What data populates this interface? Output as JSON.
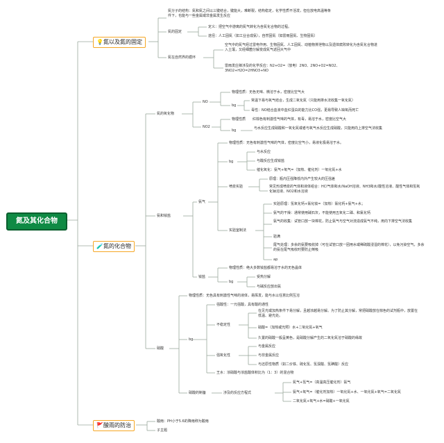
{
  "root": "氮及其化合物",
  "branches": {
    "b1": {
      "label": "氮以及氮的固定",
      "icon": "💡"
    },
    "b2": {
      "label": "氮的化合物",
      "icon": "🧪"
    },
    "b3": {
      "label": "酸雨的防治",
      "icon": "🚩"
    }
  },
  "nodes": {
    "n_molecule": "氮分子的结构：氮和氮之间以三键结合，键能大，难断裂，结构稳定，化学性质不活泼，但在放电高温等条件下，也能与一些金属或非金属发生反应",
    "n_fixation": "氮的固定",
    "n_fix_def": "定义：把空气中游离的氮气转化为含氮化合物的过程。",
    "n_fix_types": "途径：人工固氮（如工业合成氨），自然固氮（如雷雨固氮、生物固氮）",
    "n_cycle": "氮在自然界的循环",
    "n_cycle_desc": "空气中的氮气经过雷电作用、生物固氮、人工固氮、动植物排泄物以及遗体腐败转化为含氮化合物进入土壤，又经细菌分解变成氮气返回大气中",
    "n_thunder": "雷雨发庄稼涉及的化学反应：N2+O2=（放电）2NO、2NO+O2=NO2、3NO2+H2O=2HNO3+NO",
    "n_oxides": "氮的氧化物",
    "n_NO": "NO",
    "n_NO_phys": "物理性质：无色无味、微溶于水，密度比空气大",
    "n_NO_bg": "bg",
    "n_NO_c1": "常温下易与氧气结合，生成二氧化氮（只能用排水法收集一氧化氮）",
    "n_NO_c2": "毒性：NO结合血液中血红蛋白的能力比CO强，更易导致人缺氧而死亡",
    "n_NO2": "NO2",
    "n_NO2_phys_k": "物理性质",
    "n_NO2_phys_v": "红棕色有刺激性气味的气体，有毒，易溶于水，密度比空气大",
    "n_NO2_bg": "bg",
    "n_NO2_chem": "与水反应生成硝酸和一氧化氮或者与氧气水反应生成硝酸，只能用向上排空气法收集",
    "n_ammonia_salts": "氨和铵盐",
    "n_ammonia": "氨气",
    "n_NH3_phys": "物理性质：无色有刺激性气味的气体，密度比空气小，易液化极易溶于水。",
    "n_NH3_bg": "bg",
    "n_NH3_c1": "与水反应",
    "n_NH3_c2": "与酸反应生成铵盐",
    "n_NH3_c3": "催化氧化：氨气+氧气=（加热、催化剂）一氧化氮+水",
    "n_fountain": "喷泉实验",
    "n_fountain_1": "原理：瓶内压强降低内外产生较大的压强差",
    "n_fountain_2": "常见形成喷泉的气体和液体组合：HCl气体和水/NaOH溶液、NH3和水/酸性溶液、酸性气体和氢氧化钠溶液、NO2和水溶液",
    "n_lab": "实验室制法",
    "n_lab_1": "实验原理：氢氧化钙+氯化铵=（加热）氯化钙+氨气+水；",
    "n_lab_2": "氨气的干燥：通常使用碱石灰，不能使用五氧化二磷、和氯化钙",
    "n_lab_3": "氨气的收集：试管口放一块棉花，防止氨气与空气对流造成氨气不纯，用向下排空气法收集",
    "n_lab_4": "验满",
    "n_lab_5": "尾气处理：多余的氨要吸收掉（可在试管口放一团用水或稀硫酸浸湿的棉花），以免污染空气，多余的氨在尾气吸收时要防止倒吸",
    "n_lab_6": "ap",
    "n_salts": "铵盐",
    "n_salts_phys": "物理性质：绝大多数铵盐都易溶于水的无色晶体",
    "n_salts_bg": "bg",
    "n_salts_c1": "受热分解",
    "n_salts_c2": "与碱反应放出氨",
    "n_nitric": "硝酸",
    "n_HNO3_phys": "物理性质：无色具有刺激性气味的液体，易挥发，能与水以任意比例互溶",
    "n_HNO3_bg": "bg",
    "n_acid": "强酸性：一元强酸，具有酸的通性",
    "n_unstable": "不稳定性",
    "n_unst_1": "在见光或加热条件下易分解，且越浓越易分解。为了防止其分解，常把硝酸放在棕色的试剂瓶中，放置在低温、避光处。",
    "n_unst_2": "硝酸=（加热或光照）水+二氧化氮+氧气",
    "n_unst_3": "久置的硝酸一般呈黄色，是硝酸分解产生的二氧化氮溶于硝酸的缘故",
    "n_oxid": "强氧化性",
    "n_oxid_1": "与金属反应",
    "n_oxid_2": "与非金属反应",
    "n_oxid_3": "与还原性物质（如二价铁、硫化氢、氢溴酸、氢碘酸）反应",
    "n_aqua": "王水：浓硝酸与浓盐酸体积比为（1：3）的混合物",
    "n_prep": "硝酸的制备",
    "n_prep_r": "涉及的反应方程式",
    "n_prep_1": "氮气+氢气=（高温高压催化剂）氨气",
    "n_prep_2": "氨气+氧气=（催化剂加热）一氧化氮+水、一氧化氮+氧气=二氧化氮",
    "n_prep_3": "二氧化氮+氧气+水=硝酸+一氧化氮",
    "n_acid_rain": "酸雨：PH小于5.6的降雨称为酸雨",
    "n_subtopic": "子主题"
  },
  "colors": {
    "root_fill": "#0f8a44",
    "branch_border": "#f5a623",
    "line": "#9aa79b"
  }
}
